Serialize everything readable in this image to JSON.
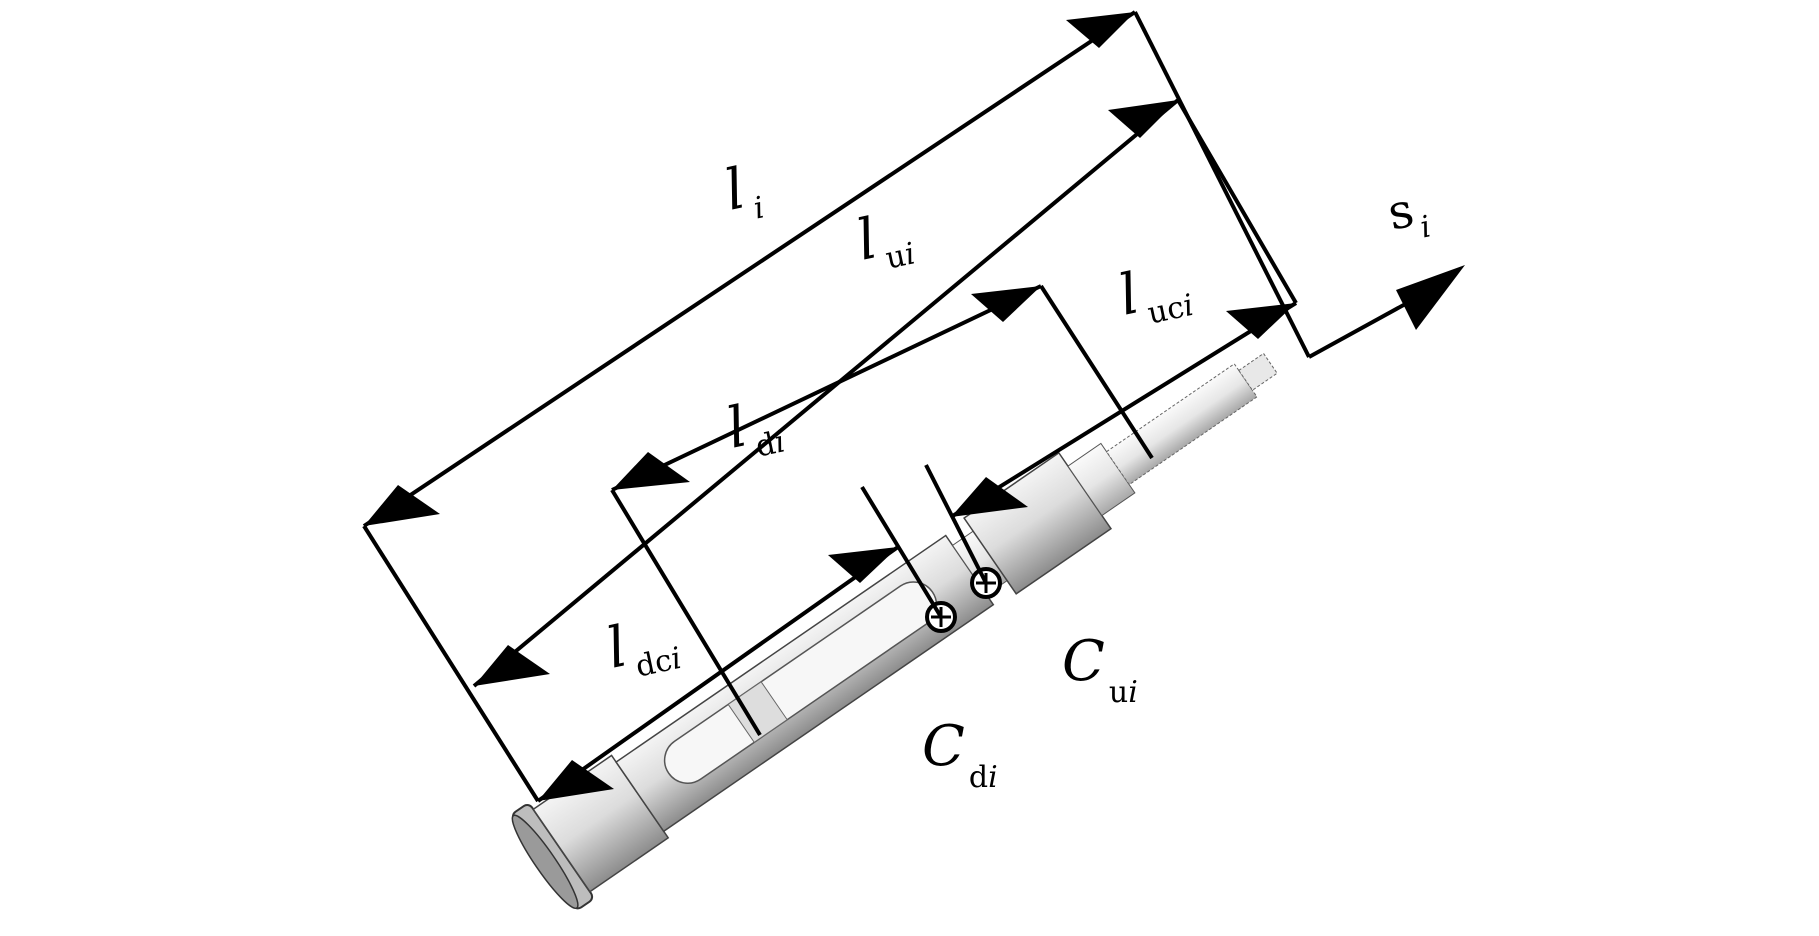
{
  "labels": {
    "l_i": {
      "main": "l",
      "sub": "i",
      "sub_italic": ""
    },
    "l_ui": {
      "main": "l",
      "sub": "u",
      "sub_italic": "i"
    },
    "l_uci": {
      "main": "l",
      "sub": "uc",
      "sub_italic": "i"
    },
    "l_di": {
      "main": "l",
      "sub": "d",
      "sub_italic": "i"
    },
    "l_dci": {
      "main": "l",
      "sub": "dc",
      "sub_italic": "i"
    },
    "C_ui": {
      "main": "C",
      "sub": "u",
      "sub_italic": "i"
    },
    "C_di": {
      "main": "C",
      "sub": "d",
      "sub_italic": "i"
    },
    "s_i": {
      "main": "s",
      "sub": "",
      "sub_italic": "i"
    }
  },
  "colors": {
    "ink": "#000000",
    "cylinder_light": "#eeeeee",
    "cylinder_mid": "#c8c8c8",
    "cylinder_dark": "#8c8c8c"
  }
}
